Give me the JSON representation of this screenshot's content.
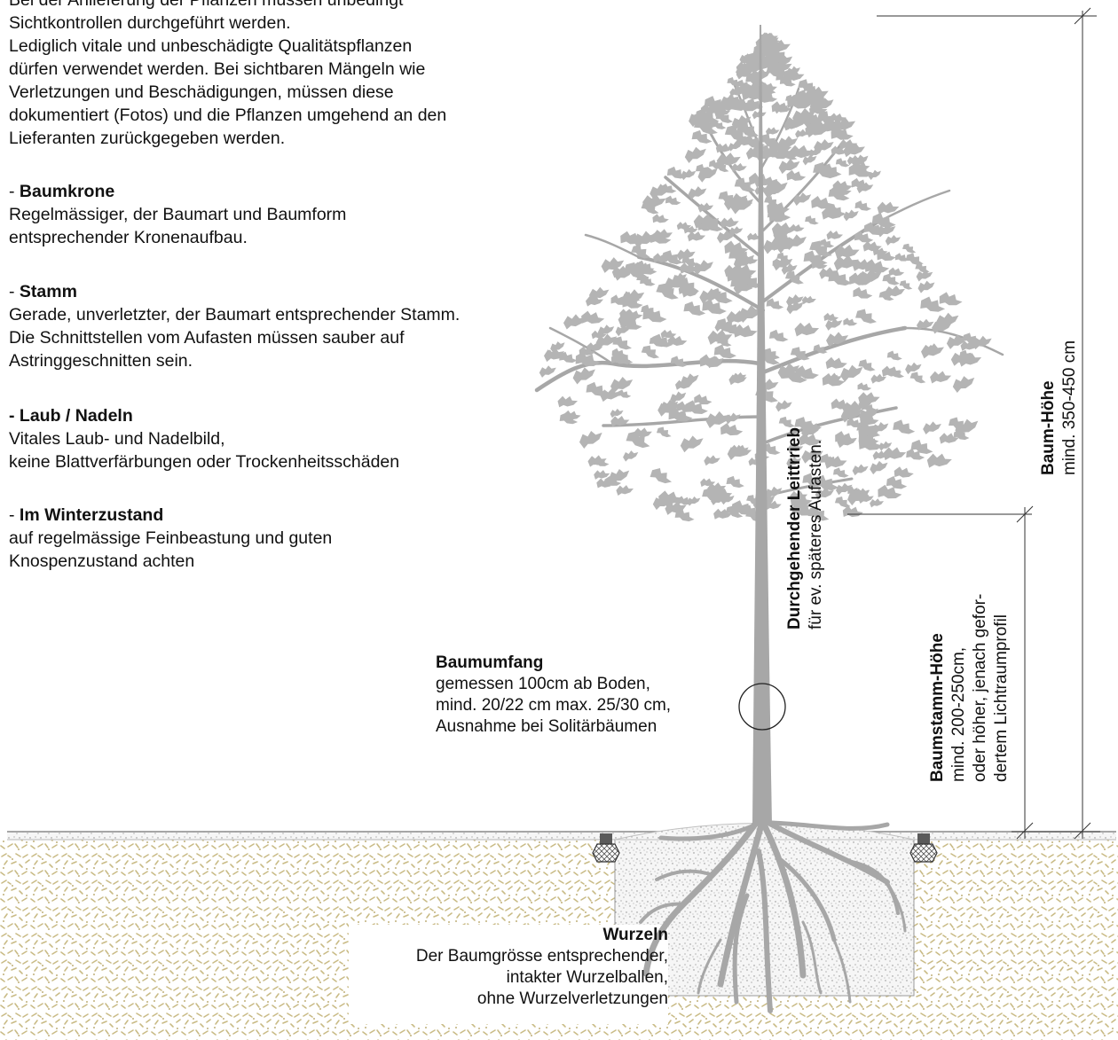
{
  "intro": {
    "line0": "Bei der Anlieferung der Pflanzen müssen unbedingt",
    "line1": "Sichtkontrollen durchgeführt werden.",
    "line2": "Lediglich vitale und unbeschädigte Qualitätspflanzen",
    "line3": "dürfen verwendet werden. Bei sichtbaren Mängeln wie",
    "line4": "Verletzungen und Beschädigungen, müssen diese",
    "line5": "dokumentiert (Fotos) und die Pflanzen umgehend an den",
    "line6": "Lieferanten zurückgegeben werden."
  },
  "sections": {
    "krone": {
      "prefix": "- ",
      "title": "Baumkrone",
      "lines": [
        "Regelmässiger, der Baumart und Baumform",
        "entsprechender Kronenaufbau."
      ]
    },
    "stamm": {
      "prefix": "- ",
      "title": "Stamm",
      "lines": [
        "Gerade, unverletzter, der Baumart entsprechender Stamm.",
        "Die Schnittstellen vom Aufasten müssen  sauber  auf",
        "Astringgeschnitten sein."
      ]
    },
    "laub": {
      "prefix": "",
      "title": "- Laub / Nadeln",
      "lines": [
        "Vitales Laub- und Nadelbild,",
        "keine Blattverfärbungen oder Trockenheitsschäden"
      ]
    },
    "winter": {
      "prefix": "- ",
      "title": "Im Winterzustand",
      "lines": [
        "auf regelmässige Feinbeastung und guten",
        "Knospenzustand achten"
      ]
    }
  },
  "labels": {
    "baumumfang": {
      "title": "Baumumfang",
      "lines": [
        "gemessen 100cm ab Boden,",
        "mind. 20/22 cm max. 25/30 cm,",
        "Ausnahme bei Solitärbäumen"
      ]
    },
    "leittrieb": {
      "title": "Durchgehender Leittrrieb",
      "line": "für ev. späteres Aufasten."
    },
    "baumhoehe": {
      "title": "Baum-Höhe",
      "line": "mind. 350-450 cm"
    },
    "stammhoehe": {
      "title": "Baumstamm-Höhe",
      "lines": [
        "mind. 200-250cm,",
        "oder höher, jenach gefor-",
        "dertem Lichtraumprofil"
      ]
    },
    "wurzeln": {
      "title": "Wurzeln",
      "lines": [
        "Der Baumgrösse entsprechender,",
        "intakter Wurzelballen,",
        "ohne Wurzelverletzungen"
      ]
    }
  },
  "colors": {
    "tree": "#a7a7a7",
    "soil_mark": "#c9bb86",
    "ground_line": "#9a9a9a"
  }
}
